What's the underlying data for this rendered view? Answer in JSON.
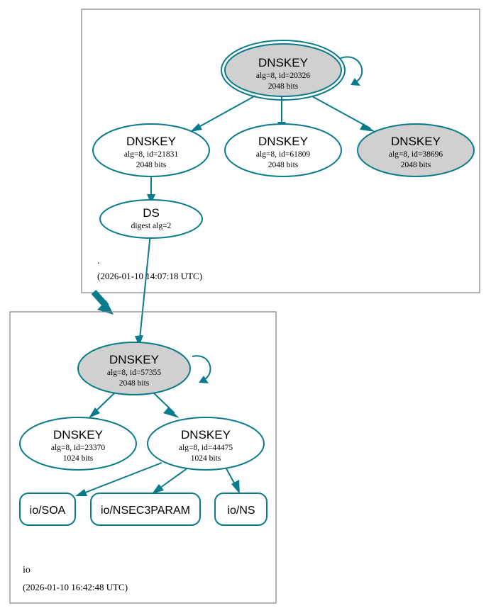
{
  "diagram": {
    "type": "dnssec-authentication-chain",
    "colors": {
      "accent": "#0a7b8c",
      "node_fill_secure": "#d0d0d0",
      "node_fill_plain": "#ffffff",
      "zone_border": "#808080",
      "text": "#000000",
      "background": "#ffffff"
    }
  },
  "zones": [
    {
      "id": "root",
      "name": ".",
      "timestamp": "(2026-01-10 14:07:18 UTC)",
      "nodes": [
        {
          "id": "root-ksk-20326",
          "kind": "DNSKEY",
          "title": "DNSKEY",
          "line2": "alg=8, id=20326",
          "line3": "2048 bits",
          "fill": "gray",
          "double_border": true,
          "self_signed": true,
          "alg": 8,
          "key_id": 20326,
          "bits": 2048
        },
        {
          "id": "root-zsk-21831",
          "kind": "DNSKEY",
          "title": "DNSKEY",
          "line2": "alg=8, id=21831",
          "line3": "2048 bits",
          "fill": "white",
          "double_border": false,
          "self_signed": false,
          "alg": 8,
          "key_id": 21831,
          "bits": 2048
        },
        {
          "id": "root-zsk-61809",
          "kind": "DNSKEY",
          "title": "DNSKEY",
          "line2": "alg=8, id=61809",
          "line3": "2048 bits",
          "fill": "white",
          "double_border": false,
          "self_signed": false,
          "alg": 8,
          "key_id": 61809,
          "bits": 2048
        },
        {
          "id": "root-zsk-38696",
          "kind": "DNSKEY",
          "title": "DNSKEY",
          "line2": "alg=8, id=38696",
          "line3": "2048 bits",
          "fill": "gray",
          "double_border": false,
          "self_signed": false,
          "alg": 8,
          "key_id": 38696,
          "bits": 2048
        },
        {
          "id": "root-ds",
          "kind": "DS",
          "title": "DS",
          "line2": "digest alg=2",
          "line3": "",
          "fill": "white",
          "double_border": false,
          "self_signed": false,
          "digest_alg": 2
        }
      ]
    },
    {
      "id": "io",
      "name": "io",
      "timestamp": "(2026-01-10 16:42:48 UTC)",
      "nodes": [
        {
          "id": "io-ksk-57355",
          "kind": "DNSKEY",
          "title": "DNSKEY",
          "line2": "alg=8, id=57355",
          "line3": "2048 bits",
          "fill": "gray",
          "double_border": false,
          "self_signed": true,
          "alg": 8,
          "key_id": 57355,
          "bits": 2048
        },
        {
          "id": "io-zsk-23370",
          "kind": "DNSKEY",
          "title": "DNSKEY",
          "line2": "alg=8, id=23370",
          "line3": "1024 bits",
          "fill": "white",
          "double_border": false,
          "self_signed": false,
          "alg": 8,
          "key_id": 23370,
          "bits": 1024
        },
        {
          "id": "io-zsk-44475",
          "kind": "DNSKEY",
          "title": "DNSKEY",
          "line2": "alg=8, id=44475",
          "line3": "1024 bits",
          "fill": "white",
          "double_border": false,
          "self_signed": false,
          "alg": 8,
          "key_id": 44475,
          "bits": 1024
        }
      ],
      "rrsets": [
        {
          "id": "io-soa",
          "label": "io/SOA"
        },
        {
          "id": "io-nsec3param",
          "label": "io/NSEC3PARAM"
        },
        {
          "id": "io-ns",
          "label": "io/NS"
        }
      ]
    }
  ],
  "edges": [
    {
      "from": "root-ksk-20326",
      "to": "root-ksk-20326",
      "type": "self-sign"
    },
    {
      "from": "root-ksk-20326",
      "to": "root-zsk-21831",
      "type": "sign"
    },
    {
      "from": "root-ksk-20326",
      "to": "root-zsk-61809",
      "type": "sign"
    },
    {
      "from": "root-ksk-20326",
      "to": "root-zsk-38696",
      "type": "sign"
    },
    {
      "from": "root-zsk-21831",
      "to": "root-ds",
      "type": "sign"
    },
    {
      "from": "root-ds",
      "to": "io-ksk-57355",
      "type": "ds-to-dnskey"
    },
    {
      "from": "root",
      "to": "io",
      "type": "delegation"
    },
    {
      "from": "io-ksk-57355",
      "to": "io-ksk-57355",
      "type": "self-sign"
    },
    {
      "from": "io-ksk-57355",
      "to": "io-zsk-23370",
      "type": "sign"
    },
    {
      "from": "io-ksk-57355",
      "to": "io-zsk-44475",
      "type": "sign"
    },
    {
      "from": "io-zsk-44475",
      "to": "io-soa",
      "type": "sign"
    },
    {
      "from": "io-zsk-44475",
      "to": "io-nsec3param",
      "type": "sign"
    },
    {
      "from": "io-zsk-44475",
      "to": "io-ns",
      "type": "sign"
    }
  ]
}
